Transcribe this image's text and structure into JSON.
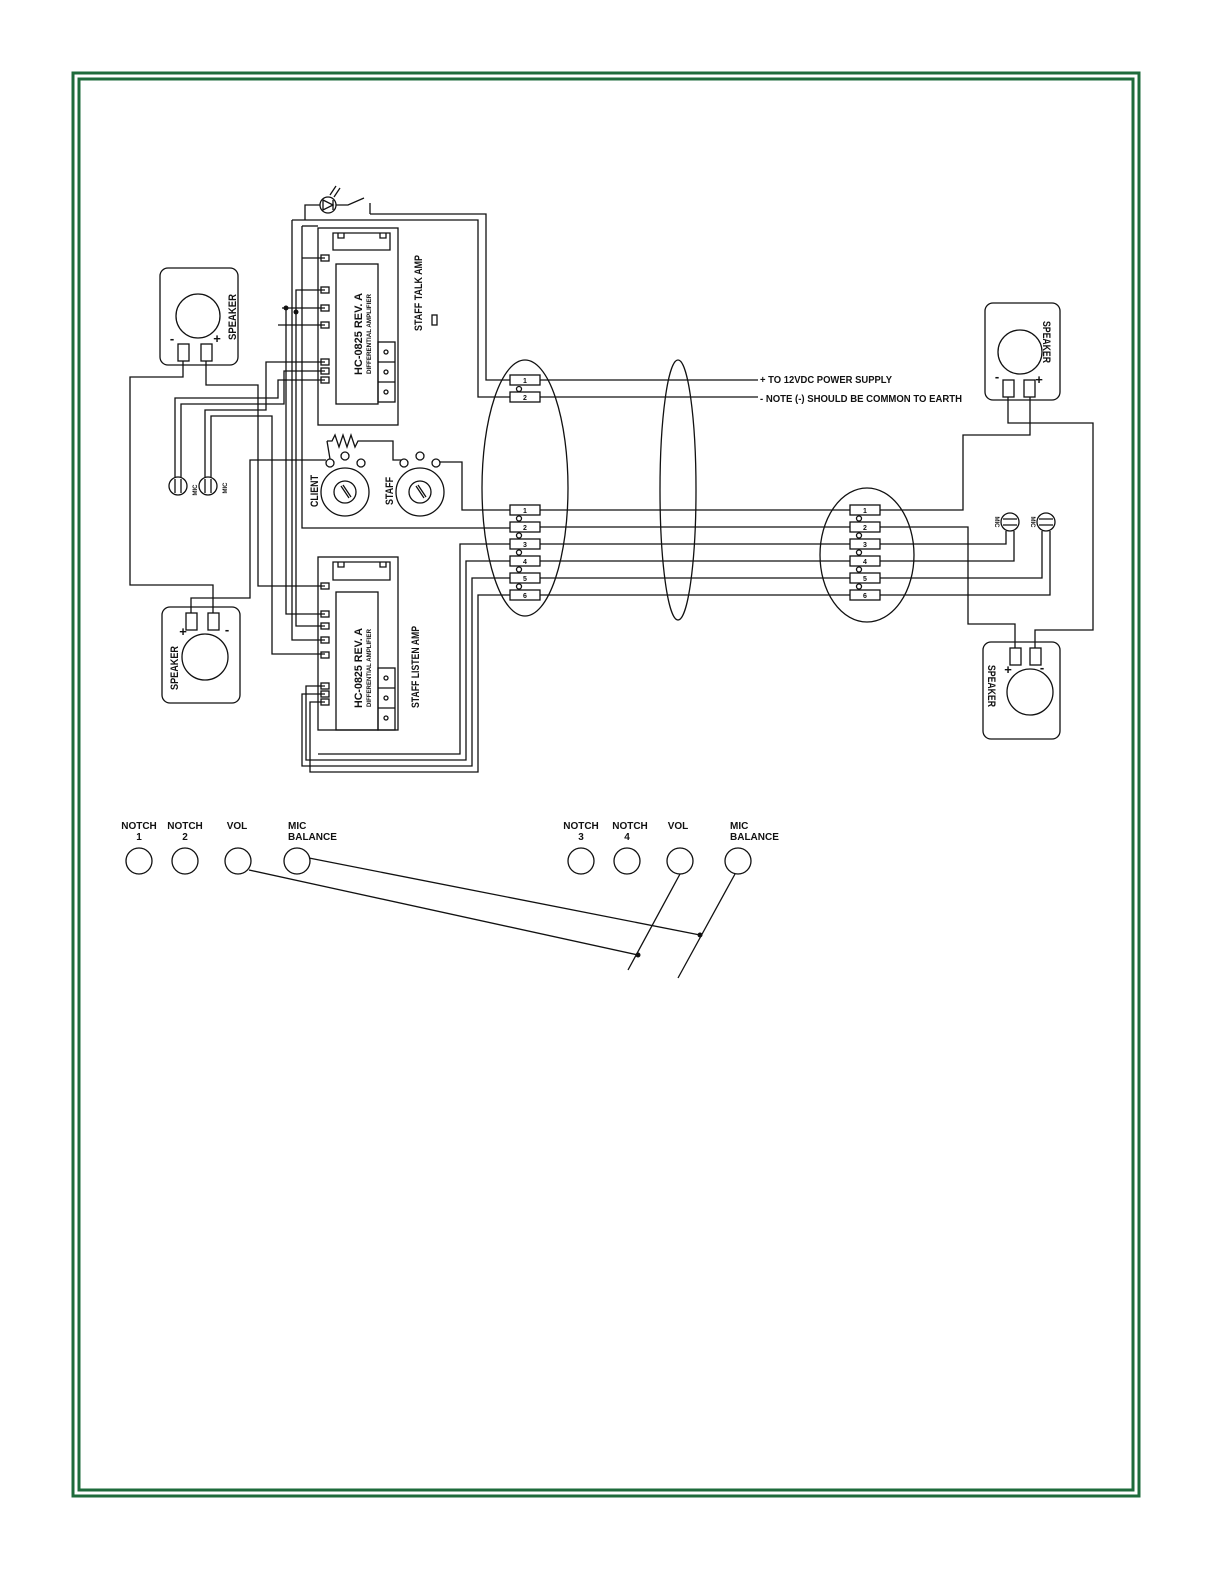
{
  "colors": {
    "border": "#1e6b3b",
    "ink": "#111111"
  },
  "speakers": [
    {
      "label": "SPEAKER",
      "minus": "-",
      "plus": "+"
    },
    {
      "label": "SPEAKER",
      "minus": "-",
      "plus": "+"
    },
    {
      "label": "SPEAKER",
      "minus": "-",
      "plus": "+"
    },
    {
      "label": "SPEAKER",
      "minus": "-",
      "plus": "+"
    }
  ],
  "mics": [
    {
      "label": "MIC"
    },
    {
      "label": "MIC"
    },
    {
      "label": "MIC"
    },
    {
      "label": "MIC"
    }
  ],
  "amps": [
    {
      "title": "STAFF TALK AMP",
      "model": "HC-0825 REV. A",
      "subtitle": "DIFFERENTIAL AMPLIFIER"
    },
    {
      "title": "STAFF LISTEN AMP",
      "model": "HC-0825 REV. A",
      "subtitle": "DIFFERENTIAL AMPLIFIER"
    }
  ],
  "pots": [
    {
      "label": "CLIENT"
    },
    {
      "label": "STAFF"
    }
  ],
  "power": {
    "terminals": [
      "1",
      "2"
    ],
    "notes": [
      "+ TO 12VDC POWER SUPPLY",
      "- NOTE (-) SHOULD BE COMMON TO EARTH"
    ]
  },
  "strips": {
    "left": [
      "1",
      "2",
      "3",
      "4",
      "5",
      "6"
    ],
    "right": [
      "1",
      "2",
      "3",
      "4",
      "5",
      "6"
    ]
  },
  "controls": [
    {
      "lines": [
        "NOTCH",
        "1"
      ]
    },
    {
      "lines": [
        "NOTCH",
        "2"
      ]
    },
    {
      "lines": [
        "VOL"
      ]
    },
    {
      "lines": [
        "MIC",
        "BALANCE"
      ]
    },
    {
      "lines": [
        "NOTCH",
        "3"
      ]
    },
    {
      "lines": [
        "NOTCH",
        "4"
      ]
    },
    {
      "lines": [
        "VOL"
      ]
    },
    {
      "lines": [
        "MIC",
        "BALANCE"
      ]
    }
  ]
}
